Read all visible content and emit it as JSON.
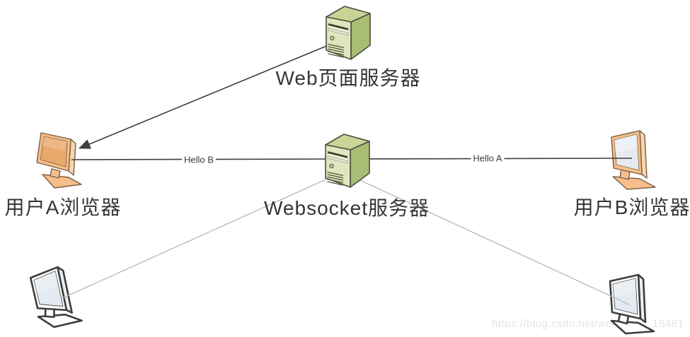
{
  "diagram": {
    "title_hint": "websocket-architecture-diagram",
    "nodes": {
      "web_server": {
        "label": "Web页面服务器",
        "icon": "server-icon"
      },
      "websocket_server": {
        "label": "Websocket服务器",
        "icon": "server-icon"
      },
      "user_a": {
        "label": "用户A浏览器",
        "icon": "monitor-icon"
      },
      "user_b": {
        "label": "用户B浏览器",
        "icon": "monitor-icon"
      },
      "client_bottom_left": {
        "label": "",
        "icon": "monitor-icon"
      },
      "client_bottom_right": {
        "label": "",
        "icon": "monitor-icon"
      }
    },
    "edges": {
      "web_to_user_a": {
        "label": "",
        "style": "black-arrow"
      },
      "hello_b": {
        "label": "Hello B",
        "style": "black-line"
      },
      "hello_a": {
        "label": "Hello A",
        "style": "black-line"
      },
      "ws_to_client_left": {
        "label": "",
        "style": "gray-line"
      },
      "ws_to_client_right": {
        "label": "",
        "style": "gray-line"
      }
    },
    "colors": {
      "background": "#ffffff",
      "server_front": "#dfe6bd",
      "server_side": "#a9bd74",
      "server_top": "#c9d595",
      "monitor_orange_frame": "#f5be8a",
      "monitor_orange_screen": "#e9a96c",
      "monitor_gray_screen": "#e7ebf0",
      "monitor_white_frame": "#ffffff",
      "line_black": "#3f3f3f",
      "line_gray": "#bcbcbc",
      "label_text": "#363636",
      "watermark_text": "#e4e4e4"
    }
  },
  "watermark": {
    "prefix": "https://blog.csdn.net/weixin_",
    "suffix": "15481"
  }
}
